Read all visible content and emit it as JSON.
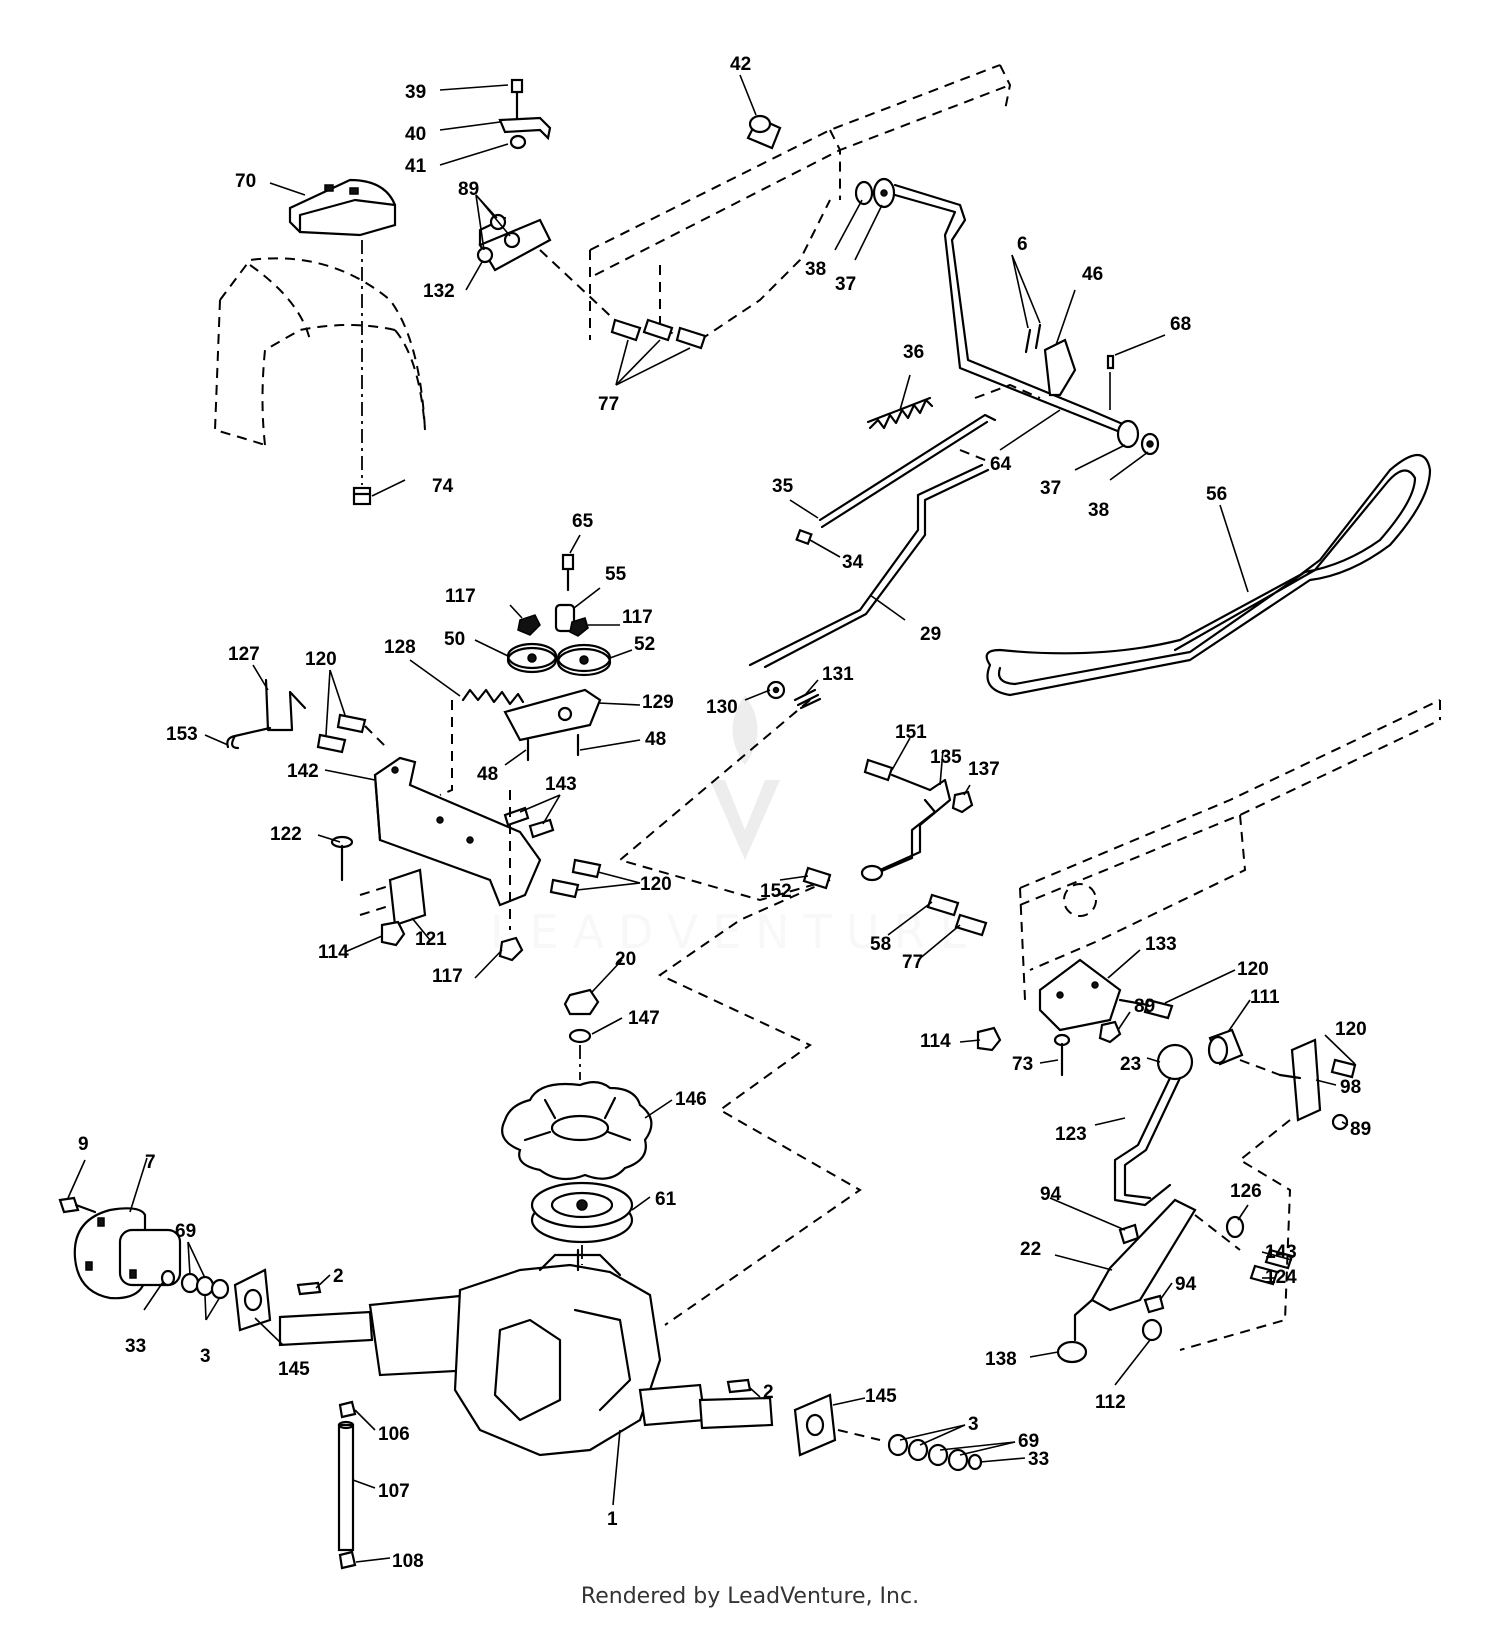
{
  "diagram": {
    "callouts": [
      {
        "id": "c39",
        "text": "39"
      },
      {
        "id": "c40",
        "text": "40"
      },
      {
        "id": "c41",
        "text": "41"
      },
      {
        "id": "c42",
        "text": "42"
      },
      {
        "id": "c70",
        "text": "70"
      },
      {
        "id": "c89a",
        "text": "89"
      },
      {
        "id": "c132",
        "text": "132"
      },
      {
        "id": "c38a",
        "text": "38"
      },
      {
        "id": "c37a",
        "text": "37"
      },
      {
        "id": "c6",
        "text": "6"
      },
      {
        "id": "c46",
        "text": "46"
      },
      {
        "id": "c68",
        "text": "68"
      },
      {
        "id": "c77a",
        "text": "77"
      },
      {
        "id": "c36",
        "text": "36"
      },
      {
        "id": "c64",
        "text": "64"
      },
      {
        "id": "c37b",
        "text": "37"
      },
      {
        "id": "c38b",
        "text": "38"
      },
      {
        "id": "c74",
        "text": "74"
      },
      {
        "id": "c35",
        "text": "35"
      },
      {
        "id": "c56",
        "text": "56"
      },
      {
        "id": "c34",
        "text": "34"
      },
      {
        "id": "c65",
        "text": "65"
      },
      {
        "id": "c55",
        "text": "55"
      },
      {
        "id": "c117a",
        "text": "117"
      },
      {
        "id": "c117b",
        "text": "117"
      },
      {
        "id": "c50",
        "text": "50"
      },
      {
        "id": "c52",
        "text": "52"
      },
      {
        "id": "c29",
        "text": "29"
      },
      {
        "id": "c127",
        "text": "127"
      },
      {
        "id": "c120a",
        "text": "120"
      },
      {
        "id": "c128",
        "text": "128"
      },
      {
        "id": "c129",
        "text": "129"
      },
      {
        "id": "c131",
        "text": "131"
      },
      {
        "id": "c130",
        "text": "130"
      },
      {
        "id": "c153",
        "text": "153"
      },
      {
        "id": "c48a",
        "text": "48"
      },
      {
        "id": "c48b",
        "text": "48"
      },
      {
        "id": "c142",
        "text": "142"
      },
      {
        "id": "c151",
        "text": "151"
      },
      {
        "id": "c135",
        "text": "135"
      },
      {
        "id": "c137",
        "text": "137"
      },
      {
        "id": "c143a",
        "text": "143"
      },
      {
        "id": "c122",
        "text": "122"
      },
      {
        "id": "c152",
        "text": "152"
      },
      {
        "id": "c120b",
        "text": "120"
      },
      {
        "id": "c58",
        "text": "58"
      },
      {
        "id": "c114a",
        "text": "114"
      },
      {
        "id": "c121",
        "text": "121"
      },
      {
        "id": "c77b",
        "text": "77"
      },
      {
        "id": "c133",
        "text": "133"
      },
      {
        "id": "c117c",
        "text": "117"
      },
      {
        "id": "c120c",
        "text": "120"
      },
      {
        "id": "c20",
        "text": "20"
      },
      {
        "id": "c111",
        "text": "111"
      },
      {
        "id": "c89b",
        "text": "89"
      },
      {
        "id": "c147",
        "text": "147"
      },
      {
        "id": "c114b",
        "text": "114"
      },
      {
        "id": "c120d",
        "text": "120"
      },
      {
        "id": "c73",
        "text": "73"
      },
      {
        "id": "c23",
        "text": "23"
      },
      {
        "id": "c98",
        "text": "98"
      },
      {
        "id": "c146",
        "text": "146"
      },
      {
        "id": "c89c",
        "text": "89"
      },
      {
        "id": "c123",
        "text": "123"
      },
      {
        "id": "c9",
        "text": "9"
      },
      {
        "id": "c7",
        "text": "7"
      },
      {
        "id": "c126",
        "text": "126"
      },
      {
        "id": "c94a",
        "text": "94"
      },
      {
        "id": "c61",
        "text": "61"
      },
      {
        "id": "c69a",
        "text": "69"
      },
      {
        "id": "c143b",
        "text": "143"
      },
      {
        "id": "c22",
        "text": "22"
      },
      {
        "id": "c124",
        "text": "124"
      },
      {
        "id": "c2a",
        "text": "2"
      },
      {
        "id": "c94b",
        "text": "94"
      },
      {
        "id": "c33a",
        "text": "33"
      },
      {
        "id": "c3a",
        "text": "3"
      },
      {
        "id": "c145a",
        "text": "145"
      },
      {
        "id": "c138",
        "text": "138"
      },
      {
        "id": "c2b",
        "text": "2"
      },
      {
        "id": "c145b",
        "text": "145"
      },
      {
        "id": "c112",
        "text": "112"
      },
      {
        "id": "c106",
        "text": "106"
      },
      {
        "id": "c3b",
        "text": "3"
      },
      {
        "id": "c69b",
        "text": "69"
      },
      {
        "id": "c33b",
        "text": "33"
      },
      {
        "id": "c107",
        "text": "107"
      },
      {
        "id": "c1",
        "text": "1"
      },
      {
        "id": "c108",
        "text": "108"
      }
    ],
    "watermark_text": "LEADVENTURE"
  },
  "footer": {
    "text": "Rendered by LeadVenture, Inc."
  }
}
